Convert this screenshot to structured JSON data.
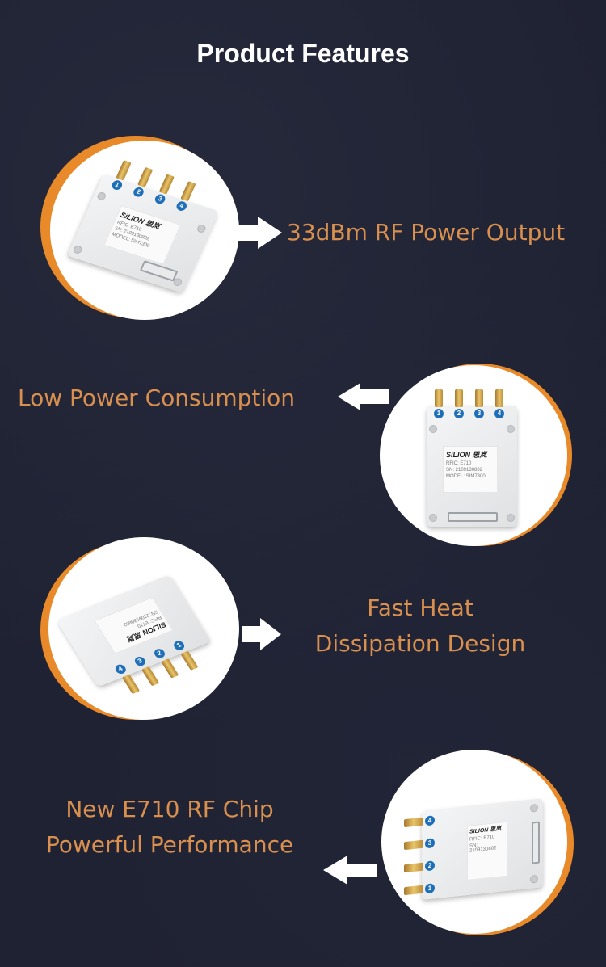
{
  "page": {
    "title": "Product Features",
    "background_color": "#1e2131",
    "accent_color": "#d9904f",
    "ring_color": "#e98a2a"
  },
  "features": [
    {
      "text": "33dBm RF Power Output",
      "arrow": "right",
      "image_side": "left"
    },
    {
      "text": "Low Power Consumption",
      "arrow": "left",
      "image_side": "right"
    },
    {
      "lines": [
        "Fast Heat",
        "Dissipation Design"
      ],
      "arrow": "right",
      "image_side": "left"
    },
    {
      "lines": [
        "New E710 RF Chip",
        "Powerful Performance"
      ],
      "arrow": "left",
      "image_side": "right"
    }
  ],
  "module": {
    "brand": "SiLION 思岚",
    "rfic": "RFIC: E710",
    "sn": "SN: 2109130802",
    "model": "MODEL: SIM7300",
    "ports": [
      "1",
      "2",
      "3",
      "4"
    ]
  }
}
